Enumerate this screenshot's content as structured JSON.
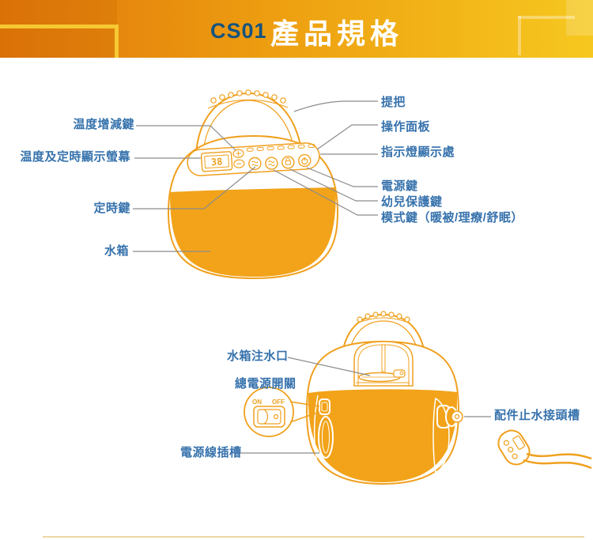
{
  "header": {
    "model": "CS01",
    "title": "產品規格"
  },
  "figure_top": {
    "display_value": "38",
    "labels": {
      "temp_updown": "温度增減鍵",
      "temp_timer_display": "温度及定時顯示螢幕",
      "timer_key": "定時鍵",
      "water_tank": "水箱",
      "handle": "提把",
      "control_panel": "操作面板",
      "indicator_lights": "指示燈顯示處",
      "power_key": "電源鍵",
      "child_lock_key": "幼兒保護鍵",
      "mode_key": "模式鍵（暖被/理療/舒眠）"
    }
  },
  "figure_bottom": {
    "labels": {
      "water_inlet": "水箱注水口",
      "main_power_switch": "總電源開關",
      "power_cord_slot": "電源線插槽",
      "connector_slot": "配件止水接頭槽"
    },
    "switch": {
      "on": "ON",
      "off": "OFF"
    }
  },
  "colors": {
    "outline_orange": "#F0A01E",
    "fill_orange": "#F2A319",
    "label_blue": "#3672AC",
    "model_blue": "#14537F",
    "callout_gray": "#8C8C8C",
    "banner_left": "#E0760B",
    "banner_right": "#F6C81F",
    "deco_yellow": "#F6C832",
    "divider_tan": "#ECD6A4"
  }
}
